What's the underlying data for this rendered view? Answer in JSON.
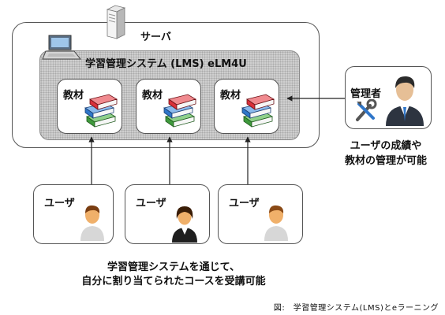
{
  "server": {
    "label": "サーバ"
  },
  "lms": {
    "title": "学習管理システム (LMS) eLM4U"
  },
  "materials": [
    {
      "label": "教材"
    },
    {
      "label": "教材"
    },
    {
      "label": "教材"
    }
  ],
  "admin": {
    "label": "管理者",
    "caption_line1": "ユーザの成績や",
    "caption_line2": "教材の管理が可能"
  },
  "users": [
    {
      "label": "ユーザ"
    },
    {
      "label": "ユーザ"
    },
    {
      "label": "ユーザ"
    }
  ],
  "users_caption": {
    "line1": "学習管理システムを通じて、",
    "line2": "自分に割り当てられたコースを受講可能"
  },
  "figure_caption": "図:　学習管理システム(LMS)とeラーニング",
  "colors": {
    "book_red": "#d9303a",
    "book_blue": "#2f76c9",
    "book_green": "#3f9a3c",
    "person_skin": "#f0b06a",
    "person_hair": "#7a3e12"
  }
}
